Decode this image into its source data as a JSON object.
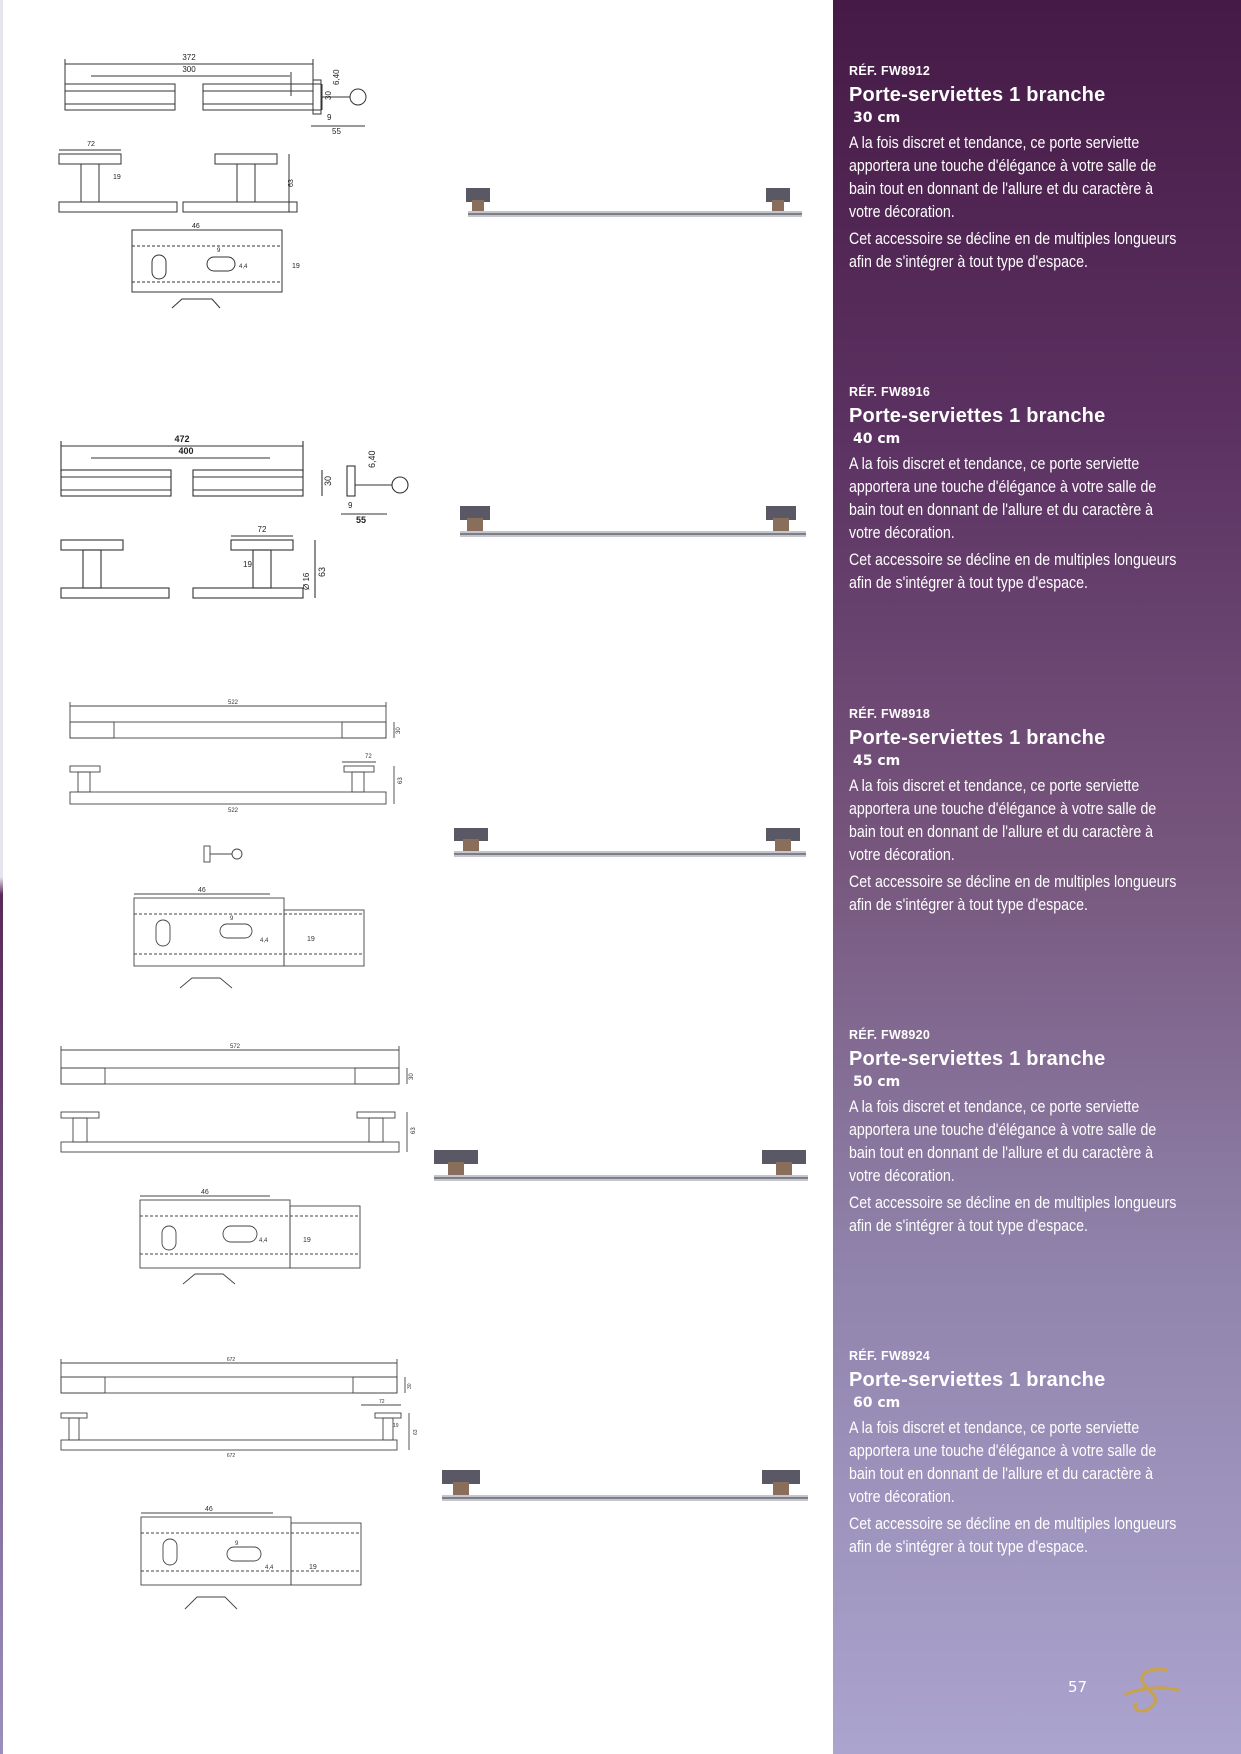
{
  "page_number": "57",
  "colors": {
    "panel_top": "#461a46",
    "panel_bottom": "#aba4cf",
    "logo": "#c9a24a"
  },
  "products": [
    {
      "ref": "RÉF. FW8912",
      "title": "Porte-serviettes 1 branche",
      "size": "30 cm",
      "paragraph1": "A la fois discret et tendance, ce porte serviette apportera une touche d'élégance à votre salle de bain tout en donnant de l'allure et du caractère à votre décoration.",
      "paragraph2": "Cet accessoire se décline en de multiples longueurs afin de s'intégrer à tout type d'espace.",
      "dims": {
        "overall": "372",
        "centers": "300",
        "height": "30",
        "depth": "55",
        "diameter": "6,40",
        "offset": "9",
        "base": "72",
        "tube": "19",
        "projection": "63",
        "plate_w": "46",
        "plate_h": "19",
        "slot_w": "9",
        "slot_h": "4,4"
      }
    },
    {
      "ref": "RÉF. FW8916",
      "title": "Porte-serviettes 1 branche",
      "size": "40 cm",
      "paragraph1": "A la fois discret et tendance, ce porte serviette apportera une touche d'élégance à votre salle de bain tout en donnant de l'allure et du caractère à votre décoration.",
      "paragraph2": "Cet accessoire se décline en de multiples longueurs afin de s'intégrer à tout type d'espace.",
      "dims": {
        "overall": "472",
        "centers": "400",
        "height": "30",
        "depth": "55",
        "diameter": "6,40",
        "offset": "9",
        "base": "72",
        "tube": "19",
        "projection": "63",
        "rod": "Ø 16"
      }
    },
    {
      "ref": "RÉF. FW8918",
      "title": "Porte-serviettes 1 branche",
      "size": "45 cm",
      "paragraph1": "A la fois discret et tendance, ce porte serviette apportera une touche d'élégance à votre salle de bain tout en donnant de l'allure et du caractère à votre décoration.",
      "paragraph2": "Cet accessoire se décline en de multiples longueurs afin de s'intégrer à tout type d'espace.",
      "dims": {
        "overall": "522",
        "height": "30",
        "base": "72",
        "projection": "63",
        "plate_w": "46",
        "plate_h": "19",
        "slot_w": "9",
        "slot_h": "4,4"
      }
    },
    {
      "ref": "RÉF. FW8920",
      "title": "Porte-serviettes 1 branche",
      "size": "50 cm",
      "paragraph1": "A la fois discret et tendance, ce porte serviette apportera une touche d'élégance à votre salle de bain tout en donnant de l'allure et du caractère à votre décoration.",
      "paragraph2": "Cet accessoire se décline en de multiples longueurs afin de s'intégrer à tout type d'espace.",
      "dims": {
        "overall": "572",
        "height": "30",
        "projection": "63",
        "plate_w": "46",
        "plate_h": "19",
        "slot_h": "4,4"
      }
    },
    {
      "ref": "RÉF. FW8924",
      "title": "Porte-serviettes 1 branche",
      "size": "60 cm",
      "paragraph1": "A la fois discret et tendance, ce porte serviette apportera une touche d'élégance à votre salle de bain tout en donnant de l'allure et du caractère à votre décoration.",
      "paragraph2": "Cet accessoire se décline en de multiples longueurs afin de s'intégrer à tout type d'espace.",
      "dims": {
        "overall": "672",
        "height": "30",
        "base": "72",
        "tube": "19",
        "projection": "63",
        "plate_w": "46",
        "plate_h": "19",
        "slot_w": "9",
        "slot_h": "4,4"
      }
    }
  ]
}
